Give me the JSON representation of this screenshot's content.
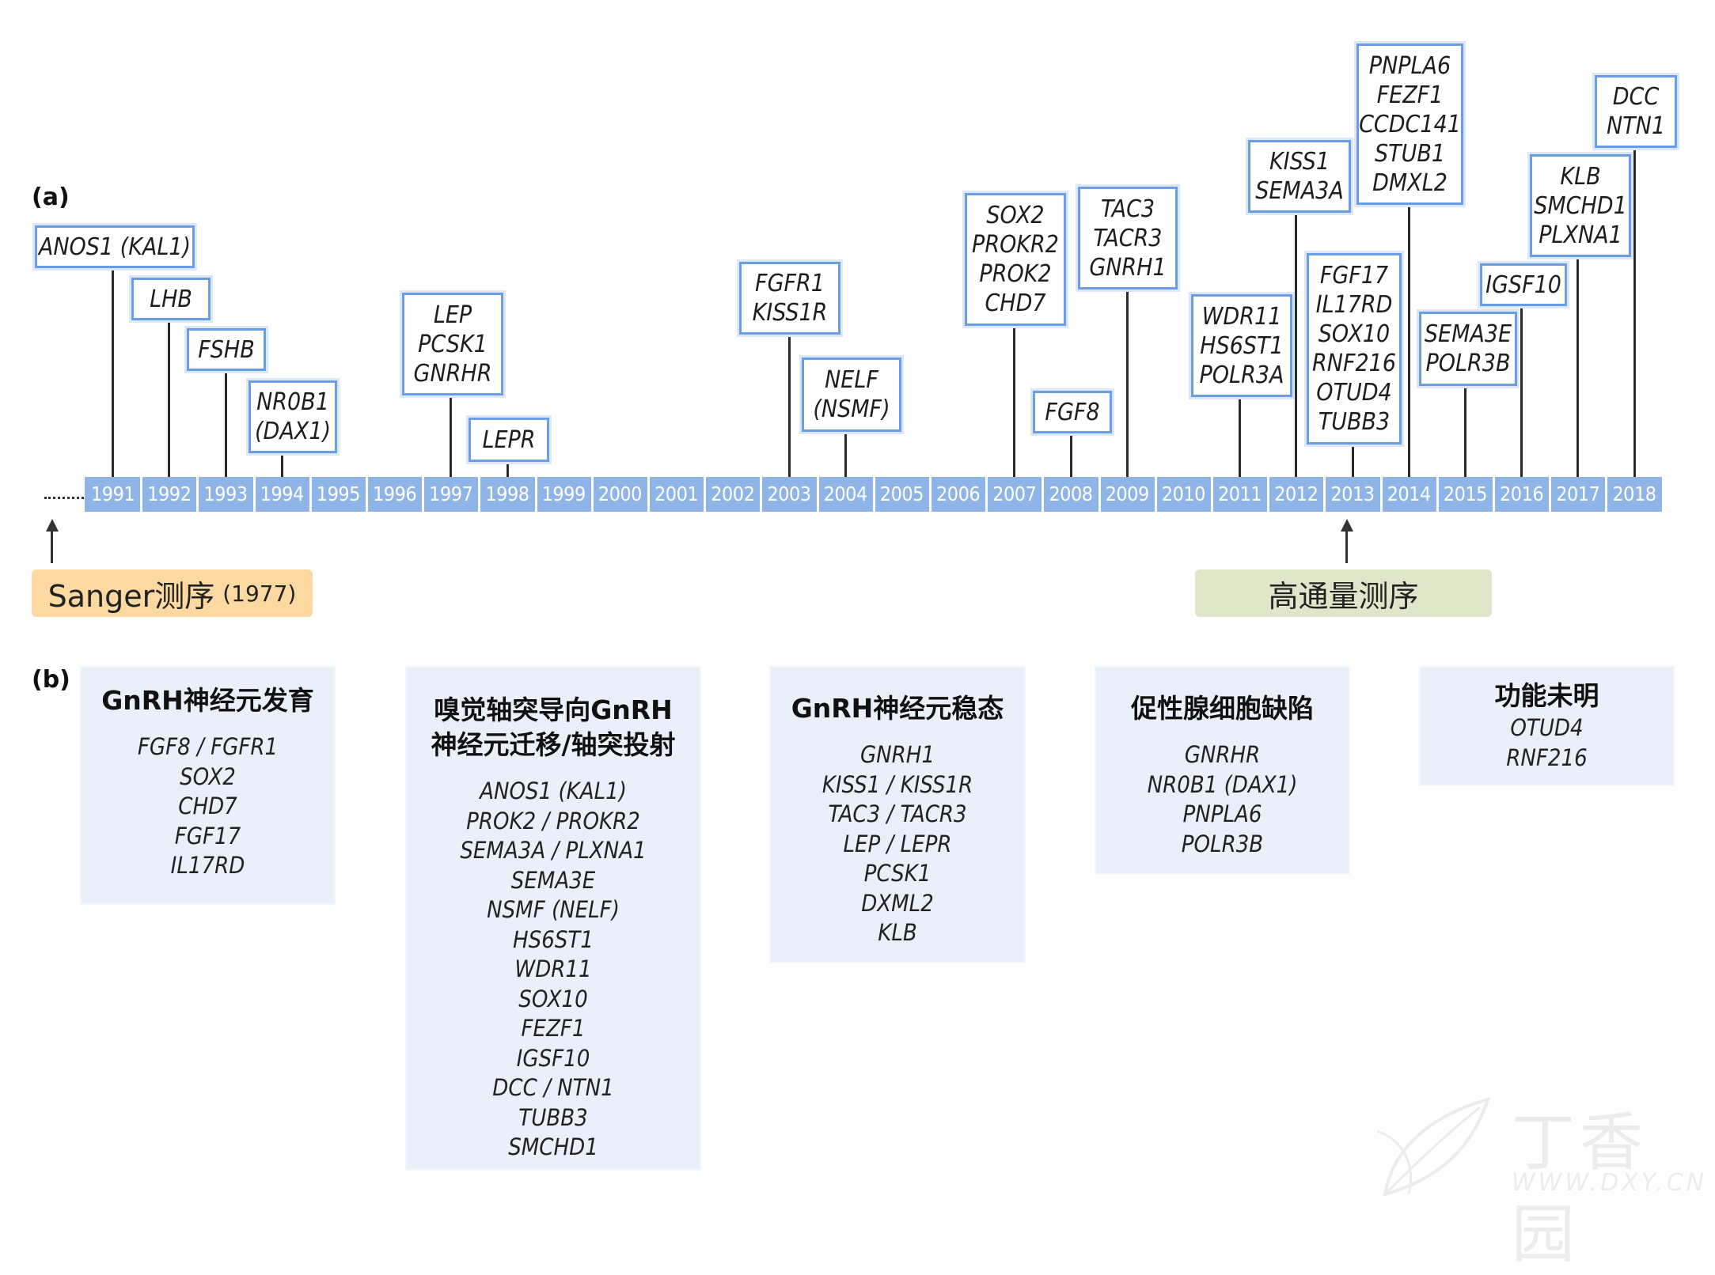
{
  "panel_a_label": "(a)",
  "panel_b_label": "(b)",
  "years": [
    "1991",
    "1992",
    "1993",
    "1994",
    "1995",
    "1996",
    "1997",
    "1998",
    "1999",
    "2000",
    "2001",
    "2002",
    "2003",
    "2004",
    "2005",
    "2006",
    "2007",
    "2008",
    "2009",
    "2010",
    "2011",
    "2012",
    "2013",
    "2014",
    "2015",
    "2016",
    "2017",
    "2018"
  ],
  "discoveries": [
    {
      "year": "1991",
      "genes": [
        "ANOS1 (KAL1)"
      ]
    },
    {
      "year": "1992",
      "genes": [
        "LHB"
      ]
    },
    {
      "year": "1993",
      "genes": [
        "FSHB"
      ]
    },
    {
      "year": "1994",
      "genes": [
        "NR0B1",
        "(DAX1)"
      ]
    },
    {
      "year": "1997",
      "genes": [
        "LEP",
        "PCSK1",
        "GNRHR"
      ]
    },
    {
      "year": "1998",
      "genes": [
        "LEPR"
      ]
    },
    {
      "year": "2003",
      "genes": [
        "FGFR1",
        "KISS1R"
      ]
    },
    {
      "year": "2004",
      "genes": [
        "NELF",
        "(NSMF)"
      ]
    },
    {
      "year": "2007",
      "genes": [
        "SOX2",
        "PROKR2",
        "PROK2",
        "CHD7"
      ]
    },
    {
      "year": "2008",
      "genes": [
        "FGF8"
      ]
    },
    {
      "year": "2009",
      "genes": [
        "TAC3",
        "TACR3",
        "GNRH1"
      ]
    },
    {
      "year": "2011",
      "genes": [
        "WDR11",
        "HS6ST1",
        "POLR3A"
      ]
    },
    {
      "year": "2012",
      "genes": [
        "KISS1",
        "SEMA3A"
      ]
    },
    {
      "year": "2013",
      "genes": [
        "FGF17",
        "IL17RD",
        "SOX10",
        "RNF216",
        "OTUD4",
        "TUBB3"
      ]
    },
    {
      "year": "2014",
      "genes": [
        "PNPLA6",
        "FEZF1",
        "CCDC141",
        "STUB1",
        "DMXL2"
      ]
    },
    {
      "year": "2015",
      "genes": [
        "SEMA3E",
        "POLR3B"
      ]
    },
    {
      "year": "2016",
      "genes": [
        "IGSF10"
      ]
    },
    {
      "year": "2017",
      "genes": [
        "KLB",
        "SMCHD1",
        "PLXNA1"
      ]
    },
    {
      "year": "2018",
      "genes": [
        "DCC",
        "NTN1"
      ]
    }
  ],
  "markers": {
    "sanger": {
      "label": "Sanger测序",
      "year": "(1977)",
      "color": "#fbd9a1"
    },
    "ngs": {
      "label": "高通量测序",
      "color": "#dfe6c9"
    }
  },
  "categories": [
    {
      "title": "GnRH神经元发育",
      "genes": [
        "FGF8 / FGFR1",
        "SOX2",
        "CHD7",
        "FGF17",
        "IL17RD"
      ]
    },
    {
      "title": "嗅觉轴突导向GnRH\n神经元迁移/轴突投射",
      "genes": [
        "ANOS1 (KAL1)",
        "PROK2 / PROKR2",
        "SEMA3A / PLXNA1",
        "SEMA3E",
        "NSMF (NELF)",
        "HS6ST1",
        "WDR11",
        "SOX10",
        "FEZF1",
        "IGSF10",
        "DCC / NTN1",
        "TUBB3",
        "SMCHD1"
      ]
    },
    {
      "title": "GnRH神经元稳态",
      "genes": [
        "GNRH1",
        "KISS1 / KISS1R",
        "TAC3 / TACR3",
        "LEP / LEPR",
        "PCSK1",
        "DXML2",
        "KLB"
      ]
    },
    {
      "title": "促性腺细胞缺陷",
      "genes": [
        "GNRHR",
        "NR0B1 (DAX1)",
        "PNPLA6",
        "POLR3B"
      ]
    },
    {
      "title": "功能未明",
      "genes": [
        "OTUD4",
        "RNF216"
      ]
    }
  ],
  "watermark": {
    "name": "丁香园",
    "url": "WWW.DXY.CN"
  },
  "colors": {
    "axis": "#8fb4e8",
    "box_border": "#6a9de3",
    "category_bg": "#eaf0fa"
  }
}
